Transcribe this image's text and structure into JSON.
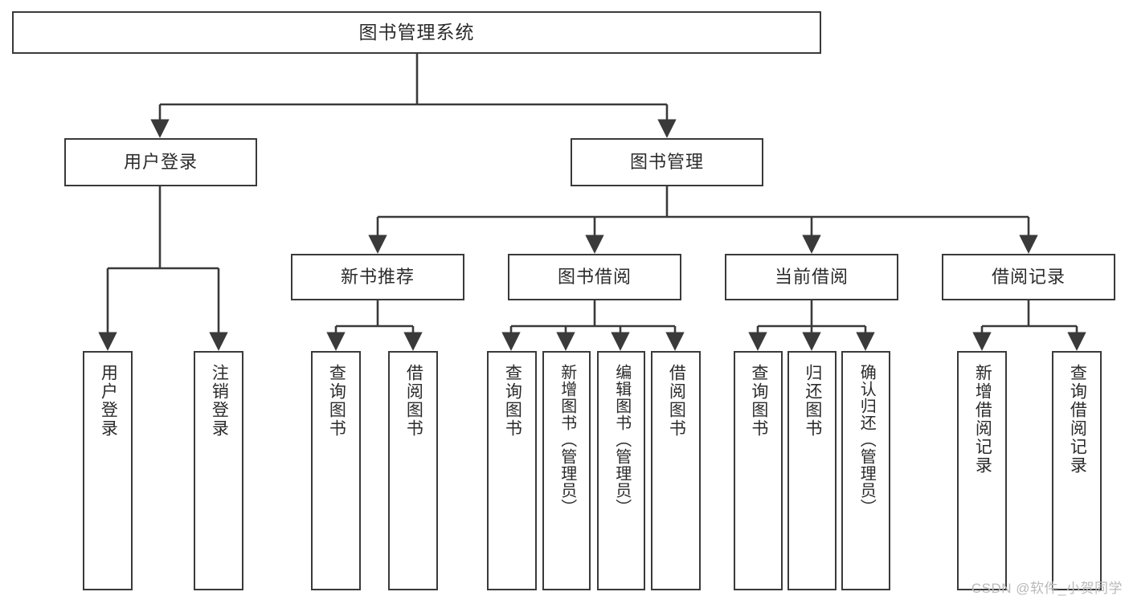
{
  "diagram": {
    "title": "图书管理系统",
    "watermark": "CSDN @软件_小贺同学",
    "stroke_color": "#3a3a3a",
    "text_color": "#2b2b2b",
    "background_color": "#ffffff",
    "watermark_color": "#b9b9b9"
  },
  "nodes": {
    "root": {
      "label": "图书管理系统"
    },
    "level2": [
      {
        "id": "user-login",
        "label": "用户登录"
      },
      {
        "id": "book-manage",
        "label": "图书管理"
      }
    ],
    "level3": [
      {
        "id": "new-book-recommend",
        "label": "新书推荐"
      },
      {
        "id": "book-borrow",
        "label": "图书借阅"
      },
      {
        "id": "current-borrow",
        "label": "当前借阅"
      },
      {
        "id": "borrow-record",
        "label": "借阅记录"
      }
    ],
    "leaves": {
      "user_login": [
        {
          "id": "leaf-user-login",
          "label": "用户登录"
        },
        {
          "id": "leaf-user-logout",
          "label": "注销登录"
        }
      ],
      "new_book_recommend": [
        {
          "id": "leaf-query-book-1",
          "label": "查询图书"
        },
        {
          "id": "leaf-borrow-book-1",
          "label": "借阅图书"
        }
      ],
      "book_borrow": [
        {
          "id": "leaf-query-book-2",
          "label": "查询图书"
        },
        {
          "id": "leaf-add-book",
          "label": "新增图书（管理员）"
        },
        {
          "id": "leaf-edit-book",
          "label": "编辑图书（管理员）"
        },
        {
          "id": "leaf-borrow-book-2",
          "label": "借阅图书"
        }
      ],
      "current_borrow": [
        {
          "id": "leaf-query-book-3",
          "label": "查询图书"
        },
        {
          "id": "leaf-return-book",
          "label": "归还图书"
        },
        {
          "id": "leaf-confirm-return",
          "label": "确认归还（管理员）"
        }
      ],
      "borrow_record": [
        {
          "id": "leaf-add-record",
          "label": "新增借阅记录"
        },
        {
          "id": "leaf-query-record",
          "label": "查询借阅记录"
        }
      ]
    }
  }
}
